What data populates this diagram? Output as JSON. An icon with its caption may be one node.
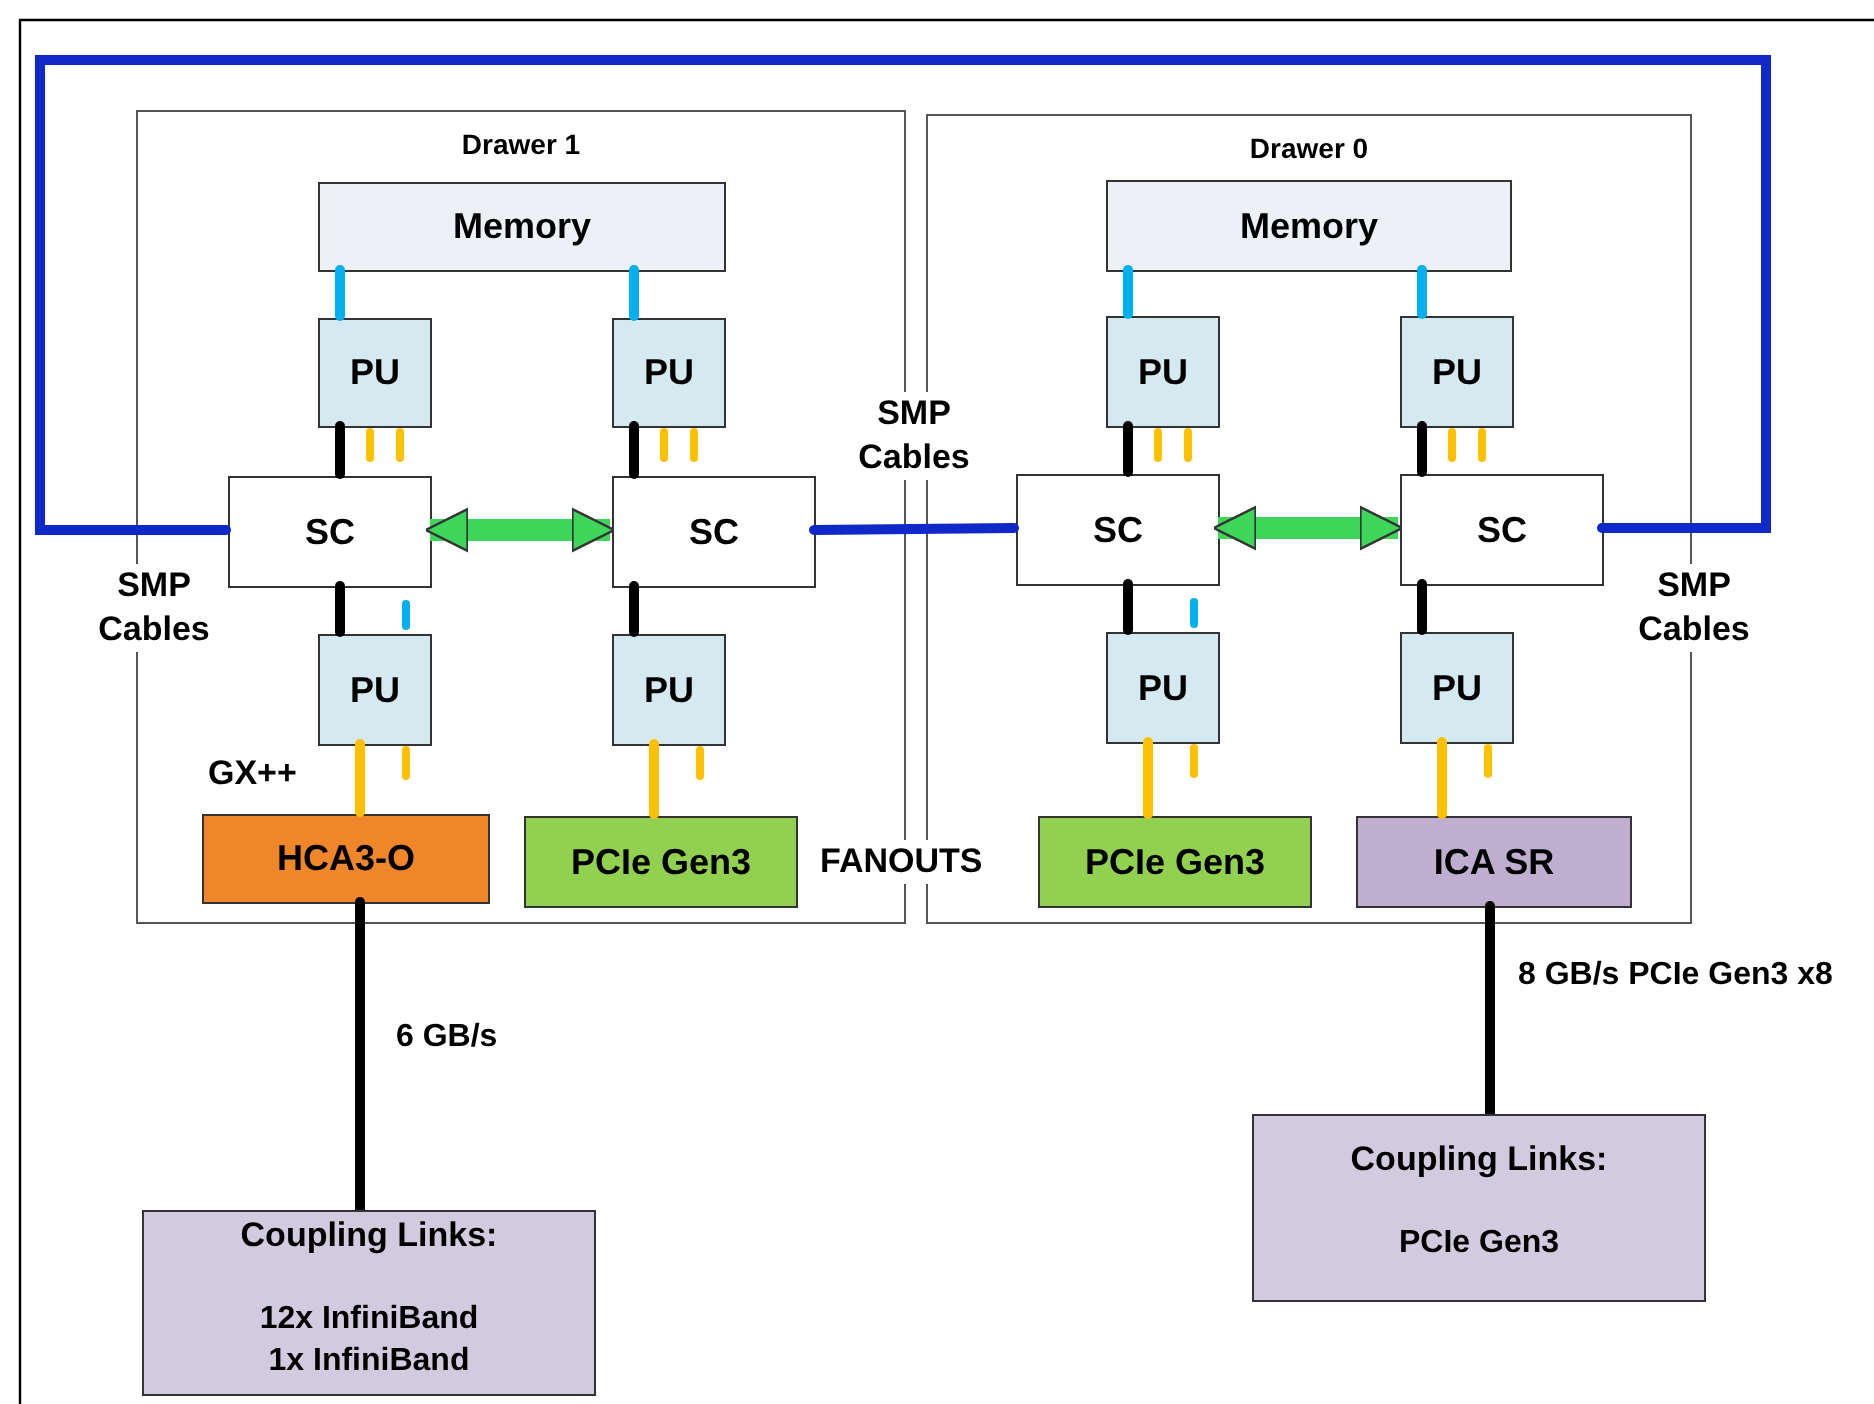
{
  "diagram": {
    "nodes": [
      {
        "text": [
          "Drawer 1"
        ]
      },
      {
        "text": [
          "Memory"
        ],
        "in": 0
      },
      {
        "text": [
          "PU"
        ],
        "in": 0
      },
      {
        "text": [
          "PU"
        ],
        "in": 0
      },
      {
        "text": [
          "SC"
        ],
        "in": 0
      },
      {
        "text": [
          "SC"
        ],
        "in": 0
      },
      {
        "text": [
          "PU"
        ],
        "in": 0
      },
      {
        "text": [
          "PU"
        ],
        "in": 0
      },
      {
        "text": [
          "HCA3-O"
        ],
        "in": 0
      },
      {
        "text": [
          "PCIe Gen3"
        ],
        "in": 0
      },
      {
        "text": [
          "Drawer 0"
        ]
      },
      {
        "text": [
          "Memory"
        ],
        "in": 10
      },
      {
        "text": [
          "PU"
        ],
        "in": 10
      },
      {
        "text": [
          "PU"
        ],
        "in": 10
      },
      {
        "text": [
          "SC"
        ],
        "in": 10
      },
      {
        "text": [
          "SC"
        ],
        "in": 10
      },
      {
        "text": [
          "PU"
        ],
        "in": 10
      },
      {
        "text": [
          "PU"
        ],
        "in": 10
      },
      {
        "text": [
          "PCIe Gen3"
        ],
        "in": 10
      },
      {
        "text": [
          "ICA SR"
        ],
        "in": 10
      },
      {
        "text": [
          "Coupling Links:",
          "12x InfiniBand 1x InfiniBand"
        ]
      },
      {
        "text": [
          "Coupling Links:",
          "PCIe Gen3"
        ]
      }
    ],
    "edges": [
      {
        "from": 1,
        "to": 2,
        "arrow": "none",
        "color": "#00b0f0"
      },
      {
        "from": 1,
        "to": 3,
        "arrow": "none",
        "color": "#00b0f0"
      },
      {
        "from": 2,
        "to": 4,
        "arrow": "none"
      },
      {
        "from": 3,
        "to": 5,
        "arrow": "none"
      },
      {
        "from": 4,
        "to": 5,
        "arrow": "both",
        "color": "#3ed65a",
        "style": "thick"
      },
      {
        "from": 4,
        "to": 6,
        "arrow": "none"
      },
      {
        "from": 5,
        "to": 7,
        "arrow": "none"
      },
      {
        "from": 6,
        "to": 8,
        "arrow": "none",
        "color": "#ffc000"
      },
      {
        "from": 7,
        "to": 9,
        "arrow": "none",
        "color": "#ffc000"
      },
      {
        "from": 11,
        "to": 12,
        "arrow": "none",
        "color": "#00b0f0"
      },
      {
        "from": 11,
        "to": 13,
        "arrow": "none",
        "color": "#00b0f0"
      },
      {
        "from": 12,
        "to": 14,
        "arrow": "none"
      },
      {
        "from": 13,
        "to": 15,
        "arrow": "none"
      },
      {
        "from": 14,
        "to": 15,
        "arrow": "both",
        "color": "#3ed65a",
        "style": "thick"
      },
      {
        "from": 14,
        "to": 16,
        "arrow": "none"
      },
      {
        "from": 15,
        "to": 17,
        "arrow": "none"
      },
      {
        "from": 16,
        "to": 18,
        "arrow": "none",
        "color": "#ffc000"
      },
      {
        "from": 17,
        "to": 19,
        "arrow": "none",
        "color": "#ffc000"
      },
      {
        "from": 4,
        "to": 15,
        "arrow": "none",
        "color": "#1028c8"
      },
      {
        "from": 5,
        "to": 14,
        "arrow": "none",
        "color": "#1028c8"
      },
      {
        "from": 8,
        "to": 20,
        "arrow": "none",
        "label": "6 GB/s"
      },
      {
        "from": 19,
        "to": 21,
        "arrow": "none",
        "label": "8 GB/s PCIe Gen3 x8"
      }
    ],
    "labels": [
      "SMP Cables",
      "SMP Cables",
      "SMP Cables",
      "GX++",
      "FANOUTS"
    ]
  }
}
